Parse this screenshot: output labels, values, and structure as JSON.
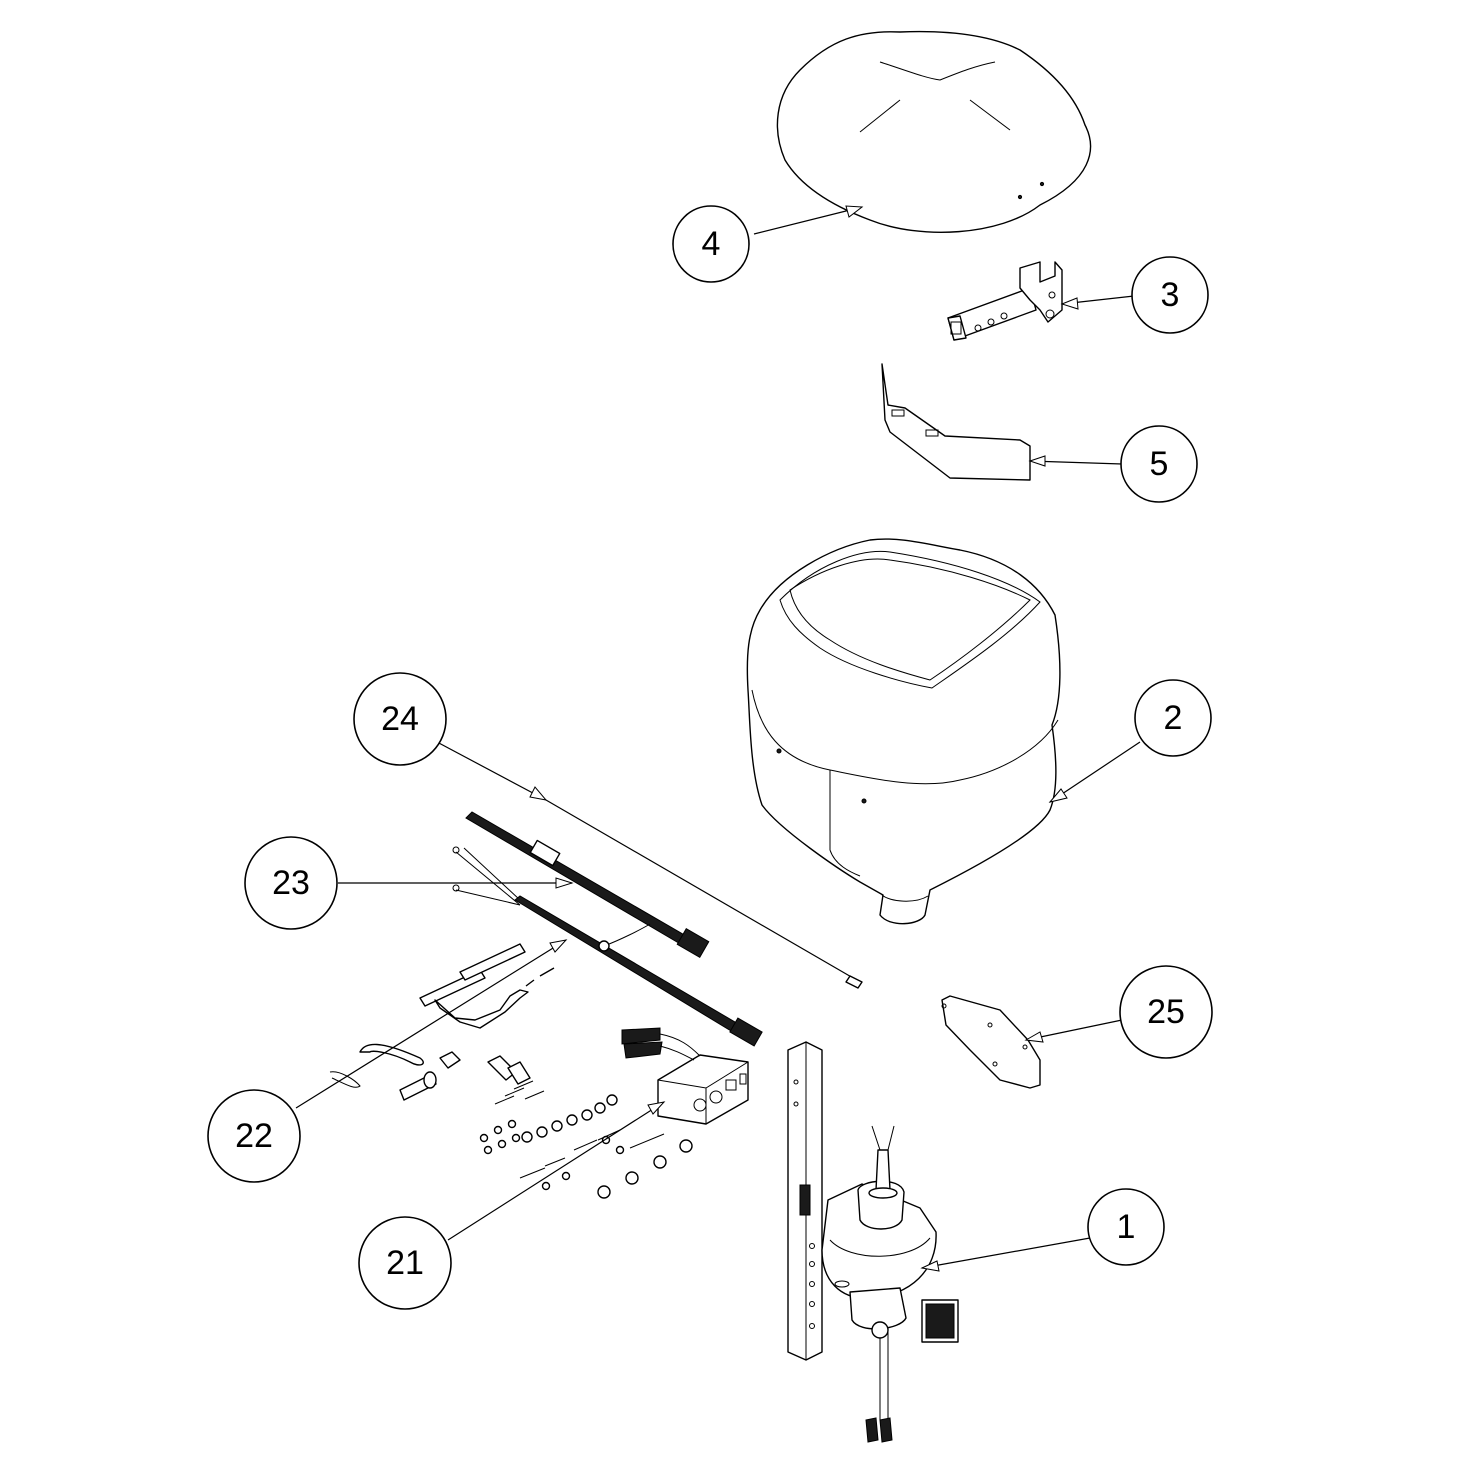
{
  "callouts": [
    {
      "id": "4",
      "label": "4"
    },
    {
      "id": "3",
      "label": "3"
    },
    {
      "id": "5",
      "label": "5"
    },
    {
      "id": "24",
      "label": "24"
    },
    {
      "id": "2",
      "label": "2"
    },
    {
      "id": "23",
      "label": "23"
    },
    {
      "id": "25",
      "label": "25"
    },
    {
      "id": "22",
      "label": "22"
    },
    {
      "id": "1",
      "label": "1"
    },
    {
      "id": "21",
      "label": "21"
    }
  ],
  "colors": {
    "line": "#000000",
    "background": "#ffffff"
  }
}
